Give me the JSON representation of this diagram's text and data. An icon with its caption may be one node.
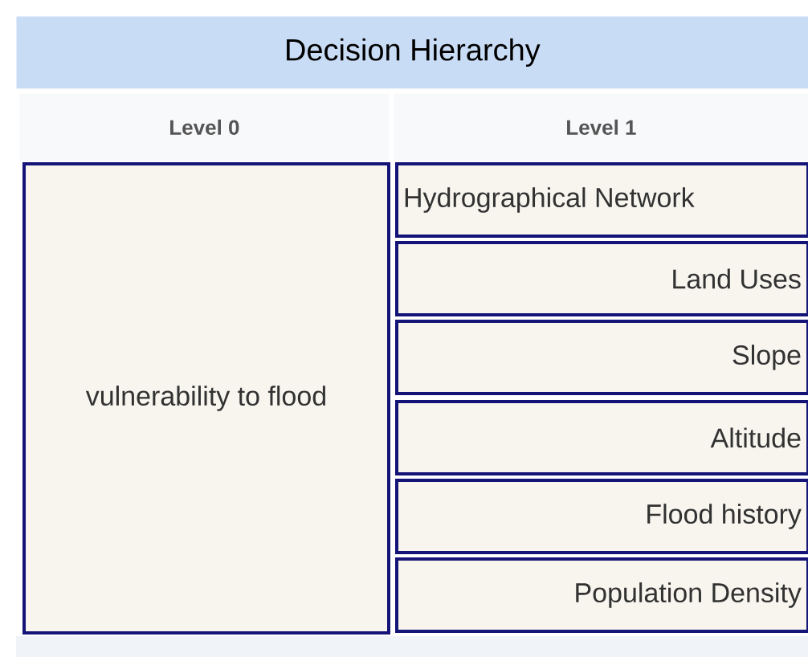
{
  "diagram": {
    "title": "Decision Hierarchy",
    "nodes": [
      {
        "text": [
          "vulnerability to flood"
        ]
      },
      {
        "text": [
          "Hydrographical Network"
        ]
      },
      {
        "text": [
          "Land Uses"
        ]
      },
      {
        "text": [
          "Slope"
        ]
      },
      {
        "text": [
          "Altitude"
        ]
      },
      {
        "text": [
          "Flood history"
        ]
      },
      {
        "text": [
          "Population Density"
        ]
      }
    ],
    "labels": [
      "Level 0",
      "Level 1"
    ]
  }
}
